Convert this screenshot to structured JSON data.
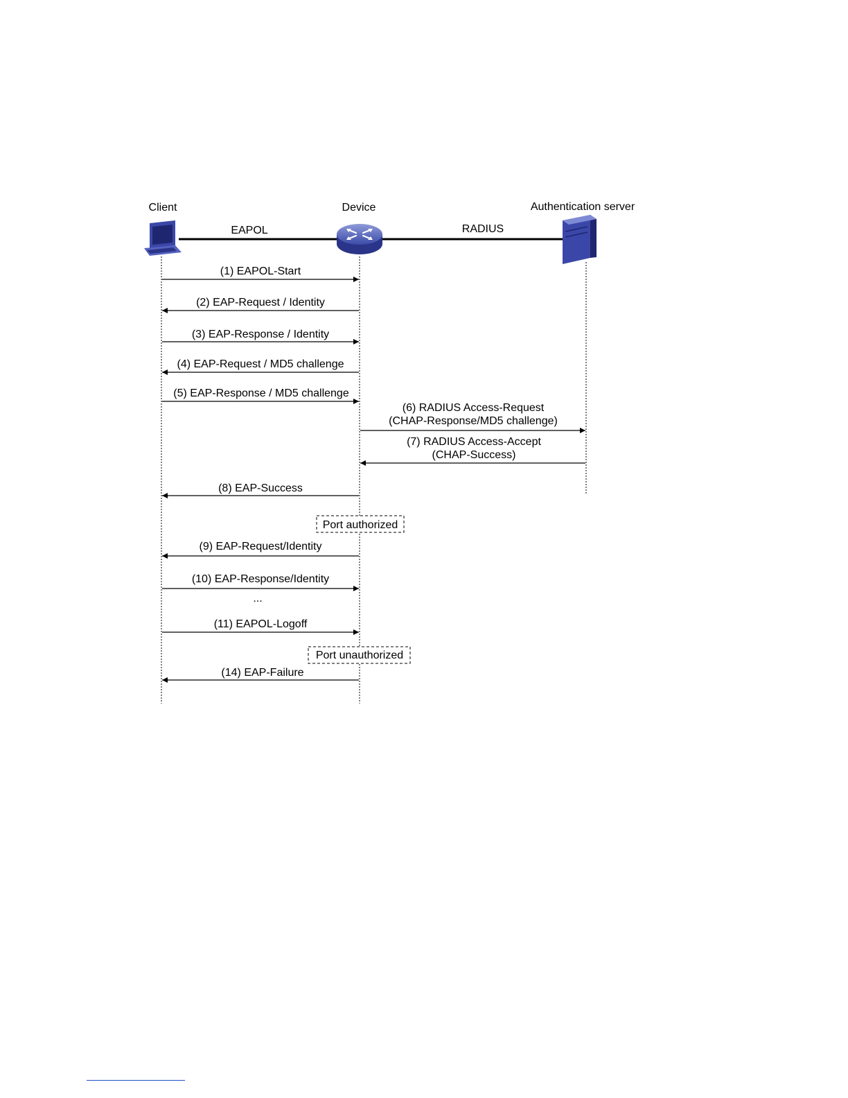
{
  "participants": {
    "client": "Client",
    "device": "Device",
    "server": "Authentication server"
  },
  "links": {
    "client_device": "EAPOL",
    "device_server": "RADIUS"
  },
  "messages": [
    {
      "id": "m1",
      "lines": [
        "(1) EAPOL-Start"
      ],
      "from": "client",
      "to": "device"
    },
    {
      "id": "m2",
      "lines": [
        "(2) EAP-Request / Identity"
      ],
      "from": "device",
      "to": "client"
    },
    {
      "id": "m3",
      "lines": [
        "(3) EAP-Response / Identity"
      ],
      "from": "client",
      "to": "device"
    },
    {
      "id": "m4",
      "lines": [
        "(4) EAP-Request / MD5 challenge"
      ],
      "from": "device",
      "to": "client"
    },
    {
      "id": "m5",
      "lines": [
        "(5) EAP-Response / MD5 challenge"
      ],
      "from": "client",
      "to": "device"
    },
    {
      "id": "m6",
      "lines": [
        "(6) RADIUS Access-Request",
        "(CHAP-Response/MD5 challenge)"
      ],
      "from": "device",
      "to": "server"
    },
    {
      "id": "m7",
      "lines": [
        "(7) RADIUS Access-Accept",
        "(CHAP-Success)"
      ],
      "from": "server",
      "to": "device"
    },
    {
      "id": "m8",
      "lines": [
        "(8) EAP-Success"
      ],
      "from": "device",
      "to": "client"
    },
    {
      "id": "m9",
      "lines": [
        "(9) EAP-Request/Identity"
      ],
      "from": "device",
      "to": "client"
    },
    {
      "id": "m10",
      "lines": [
        "(10) EAP-Response/Identity"
      ],
      "from": "client",
      "to": "device"
    },
    {
      "id": "m11",
      "lines": [
        "(11) EAPOL-Logoff"
      ],
      "from": "client",
      "to": "device"
    },
    {
      "id": "m14",
      "lines": [
        "(14) EAP-Failure"
      ],
      "from": "device",
      "to": "client"
    }
  ],
  "states": {
    "authorized": "Port authorized",
    "unauthorized": "Port unauthorized"
  },
  "ellipsis": "...",
  "icons": {
    "client": "computer-icon",
    "device": "switch-icon",
    "server": "server-icon"
  },
  "colors": {
    "icon_blue": "#3a47a8",
    "icon_dark": "#1f2670",
    "icon_light": "#7f8ad6"
  }
}
